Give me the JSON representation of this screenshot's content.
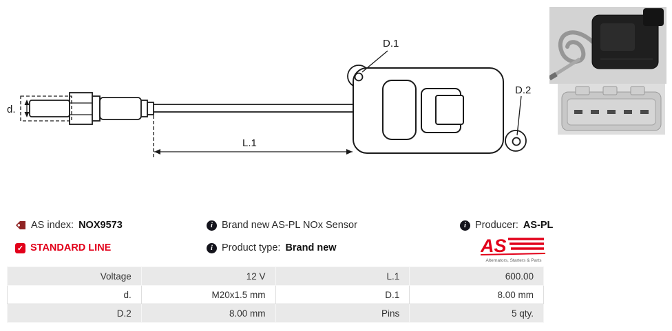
{
  "diagram": {
    "labels": {
      "d": "d.",
      "l1": "L.1",
      "d1": "D.1",
      "d2": "D.2"
    }
  },
  "info": {
    "as_index_label": "AS index:",
    "as_index_value": "NOX9573",
    "standard_line": "STANDARD LINE",
    "description": "Brand new AS-PL NOx Sensor",
    "product_type_label": "Product type:",
    "product_type_value": "Brand new",
    "producer_label": "Producer:",
    "producer_value": "AS-PL",
    "logo_text": "AS",
    "logo_tagline": "Alternators, Starters & Parts"
  },
  "icons": {
    "info_glyph": "i",
    "check_glyph": "✓"
  },
  "colors": {
    "accent_red": "#e2001a",
    "table_row_gray": "#e9e9e9",
    "text": "#2a2a2a"
  },
  "table": {
    "rows": [
      [
        "Voltage",
        "12 V",
        "L.1",
        "600.00"
      ],
      [
        "d.",
        "M20x1.5 mm",
        "D.1",
        "8.00 mm"
      ],
      [
        "D.2",
        "8.00 mm",
        "Pins",
        "5 qty."
      ]
    ]
  }
}
